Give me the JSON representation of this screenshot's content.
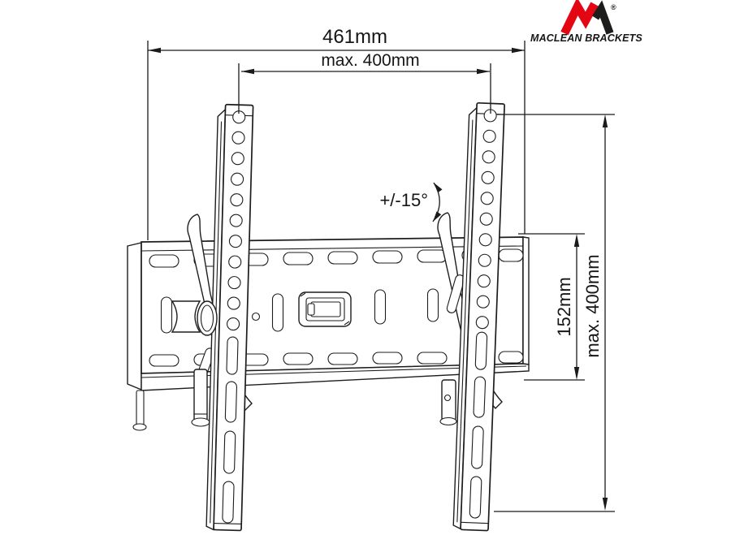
{
  "page": {
    "background": "#ffffff"
  },
  "logo": {
    "brand": "MACLEAN BRACKETS",
    "registered_mark": "®",
    "red": "#e30613",
    "dark": "#1d1d1b"
  },
  "annotations": {
    "overall_width": "461mm",
    "vesa_width": "max. 400mm",
    "tilt_range": "+/-15°",
    "plate_height": "152mm",
    "vesa_height": "max. 400mm"
  },
  "drawing": {
    "subject": "Tilting TV wall mount bracket - technical line drawing",
    "line_color": "#1d1d1d"
  }
}
